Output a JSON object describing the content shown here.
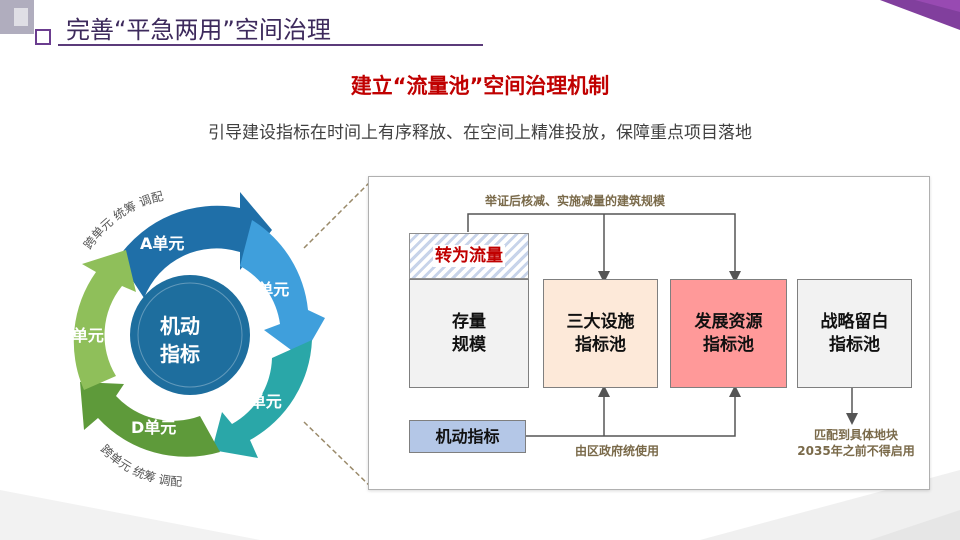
{
  "header": {
    "title": "完善“平急两用”空间治理"
  },
  "main": {
    "subtitle": "建立“流量池”空间治理机制",
    "description": "引导建设指标在时间上有序释放、在空间上精准投放，保障重点项目落地"
  },
  "cycle": {
    "center_line1": "机动",
    "center_line2": "指标",
    "units": [
      "A单元",
      "B单元",
      "C单元",
      "D单元",
      "E单元"
    ],
    "arc_top_text": "跨单元 统筹 调配",
    "arc_bottom_text": "跨单元 统筹 调配"
  },
  "mechanism": {
    "top_note": "举证后核减、实施减量的建筑规模",
    "convert_label": "转为流量",
    "stock_line1": "存量",
    "stock_line2": "规模",
    "pool1_line1": "三大设施",
    "pool1_line2": "指标池",
    "pool2_line1": "发展资源",
    "pool2_line2": "指标池",
    "pool3_line1": "战略留白",
    "pool3_line2": "指标池",
    "flex_label": "机动指标",
    "bottom_note": "由区政府统使用",
    "right_note_line1": "匹配到具体地块",
    "right_note_line2": "2035年之前不得启用"
  },
  "colors": {
    "accent_purple": "#5b3b7a",
    "title_red": "#c00000",
    "unit_a": "#1f6fa8",
    "unit_b": "#3f9fdc",
    "unit_c": "#2aa7a8",
    "unit_d": "#5e9a3a",
    "unit_e": "#8fbf5a",
    "center": "#1e6e9e",
    "pool_three": "#fde9d9",
    "pool_dev": "#ff9999",
    "flex_box": "#b4c7e7"
  }
}
